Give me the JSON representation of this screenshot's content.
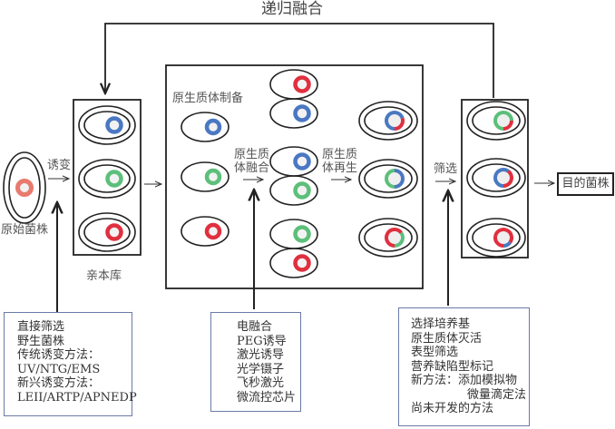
{
  "title": "递归融合",
  "labels": {
    "original_strain": "原始菌株",
    "mutagenesis": "诱变",
    "parent_library": "亲本库",
    "protoplast_prep": "原生质体制备",
    "protoplast_fusion": [
      "原生质",
      "体融合"
    ],
    "protoplast_regen": [
      "原生质",
      "体再生"
    ],
    "screening": "筛选",
    "target_strain": "目的菌株"
  },
  "info_boxes": {
    "mutation_methods": {
      "lines": [
        "直接筛选",
        "野生菌株",
        "传统诱变方法：",
        "UV/NTG/EMS",
        "新兴诱变方法：",
        "LEII/ARTP/APNEDP"
      ]
    },
    "fusion_methods": {
      "lines": [
        "电融合",
        "PEG诱导",
        "激光诱导",
        "光学镊子",
        "飞秒激光",
        "微流控芯片"
      ]
    },
    "screening_methods": {
      "lines": [
        "选择培养基",
        "原生质体灭活",
        "表型筛选",
        "营养缺陷型标记",
        "新方法：添加模拟物",
        "微量滴定法",
        "尚未开发的方法"
      ]
    }
  },
  "colors": {
    "blue": "#4a78c2",
    "green": "#5cbf7a",
    "red": "#e0303f",
    "salmon": "#e87a6e",
    "line": "#222222",
    "info_border": "#6a7aa8"
  },
  "cells": {
    "original": {
      "genome": [
        "salmon"
      ]
    },
    "parent_library": [
      {
        "genome": [
          "blue"
        ]
      },
      {
        "genome": [
          "green"
        ]
      },
      {
        "genome": [
          "red"
        ]
      }
    ],
    "protoplasts": [
      {
        "genome": [
          "blue"
        ]
      },
      {
        "genome": [
          "green"
        ]
      },
      {
        "genome": [
          "red"
        ]
      }
    ],
    "fusion_pairs": [
      [
        {
          "genome": [
            "red"
          ]
        },
        {
          "genome": [
            "blue"
          ]
        }
      ],
      [
        {
          "genome": [
            "blue"
          ]
        },
        {
          "genome": [
            "green"
          ]
        }
      ],
      [
        {
          "genome": [
            "green"
          ]
        },
        {
          "genome": [
            "red"
          ]
        }
      ]
    ],
    "regenerated": [
      {
        "genome": [
          "blue",
          "red"
        ],
        "mix": 0.3
      },
      {
        "genome": [
          "green",
          "blue"
        ],
        "mix": 0.5
      },
      {
        "genome": [
          "red",
          "green"
        ],
        "mix": 0.35
      }
    ],
    "screened": [
      {
        "genome": [
          "green",
          "red"
        ],
        "mix": 0.25
      },
      {
        "genome": [
          "blue",
          "red"
        ],
        "mix": 0.4
      },
      {
        "genome": [
          "red",
          "blue"
        ],
        "mix": 0.15
      }
    ]
  }
}
